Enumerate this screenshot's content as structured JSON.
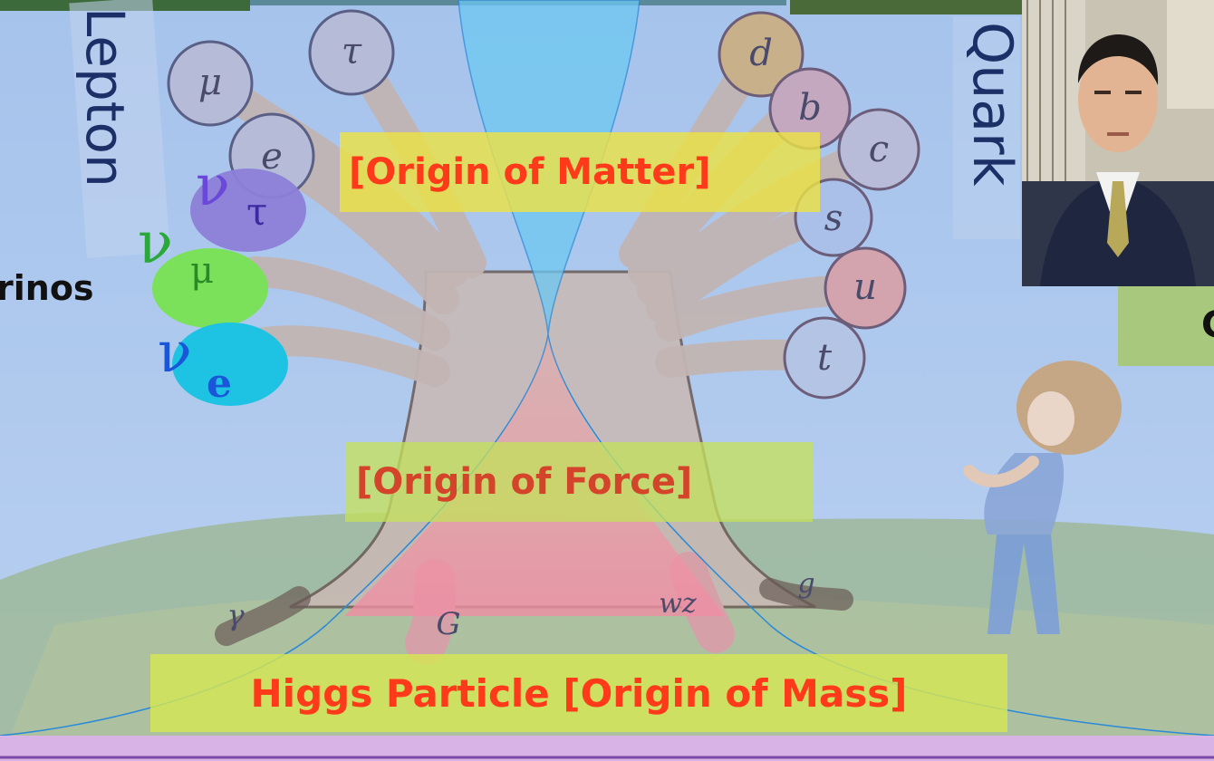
{
  "labels": {
    "matter": "[Origin of Matter]",
    "force": "[Origin of Force]",
    "higgs": "Higgs Particle [Origin of Mass]",
    "lepton": "Lepton",
    "quark": "Quark",
    "neutrinos": "rinos",
    "cut_right": "C"
  },
  "neutrinos": {
    "tau": {
      "symbol": "ν",
      "sub": "τ",
      "color": "#8c7fd8"
    },
    "mu": {
      "symbol": "ν",
      "sub": "μ",
      "color": "#7be05a"
    },
    "e": {
      "symbol": "ν",
      "sub": "e",
      "color": "#1ec3e3"
    }
  },
  "tree_letters": {
    "leptons": [
      "μ",
      "τ",
      "e"
    ],
    "quarks": [
      "d",
      "b",
      "c",
      "s",
      "u",
      "t"
    ],
    "roots": [
      "γ",
      "G",
      "wz",
      "g"
    ]
  },
  "colors": {
    "sky": "#a9c6ee",
    "label_red": "#ff3a1a",
    "bottom_band": "#d7b3e6"
  }
}
